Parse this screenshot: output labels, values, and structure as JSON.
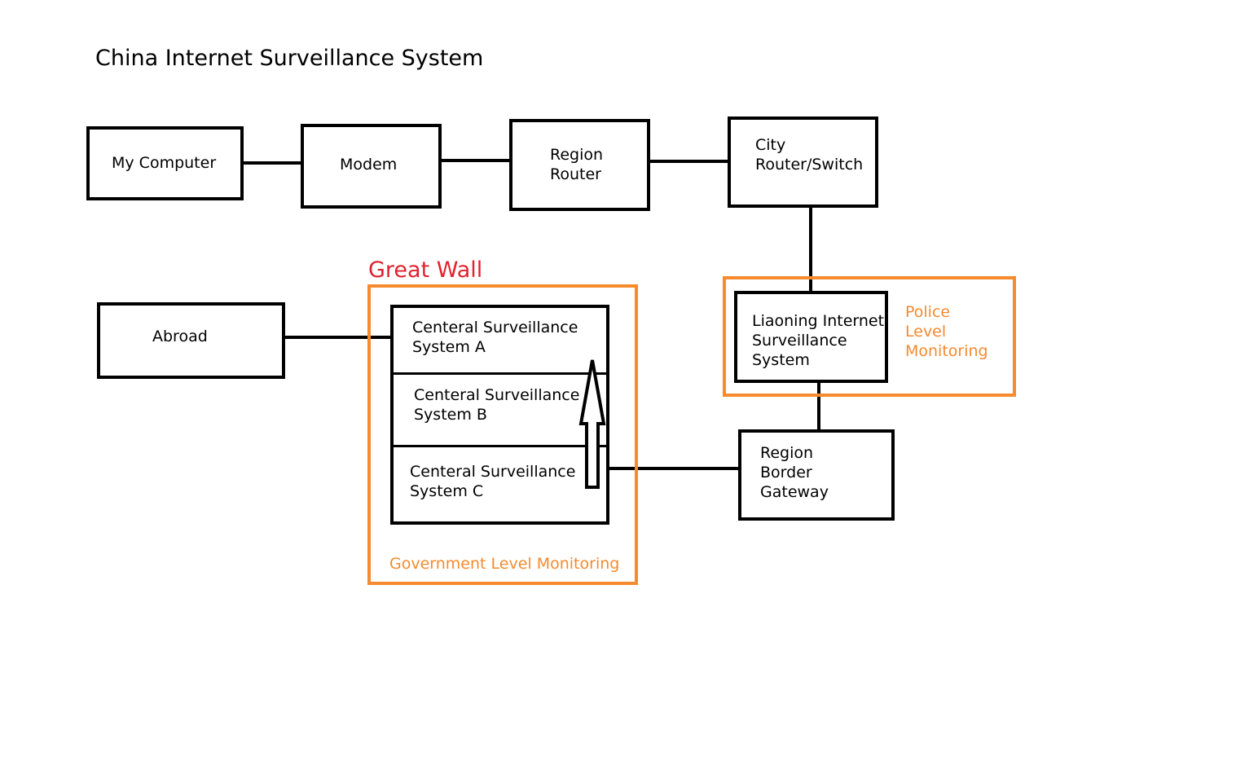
{
  "title": "China Internet Surveillance System",
  "nodes": {
    "my_computer": "My Computer",
    "modem": "Modem",
    "region_router": "Region\nRouter",
    "city_router": "City\nRouter/Switch",
    "abroad": "Abroad",
    "system_a": "Centeral Surveillance\nSystem A",
    "system_b": "Centeral Surveillance\nSystem B",
    "system_c": "Centeral Surveillance\nSystem C",
    "liaoning": "Liaoning Internet\nSurveillance\nSystem",
    "border_gateway": "Region\nBorder\nGateway"
  },
  "zones": {
    "great_wall_title": "Great Wall",
    "government_label": "Government Level Monitoring",
    "police_label": "Police\nLevel\nMonitoring"
  },
  "colors": {
    "zone_orange": "#f58a2e",
    "great_wall_red": "#e0222e",
    "line_black": "#000000"
  }
}
